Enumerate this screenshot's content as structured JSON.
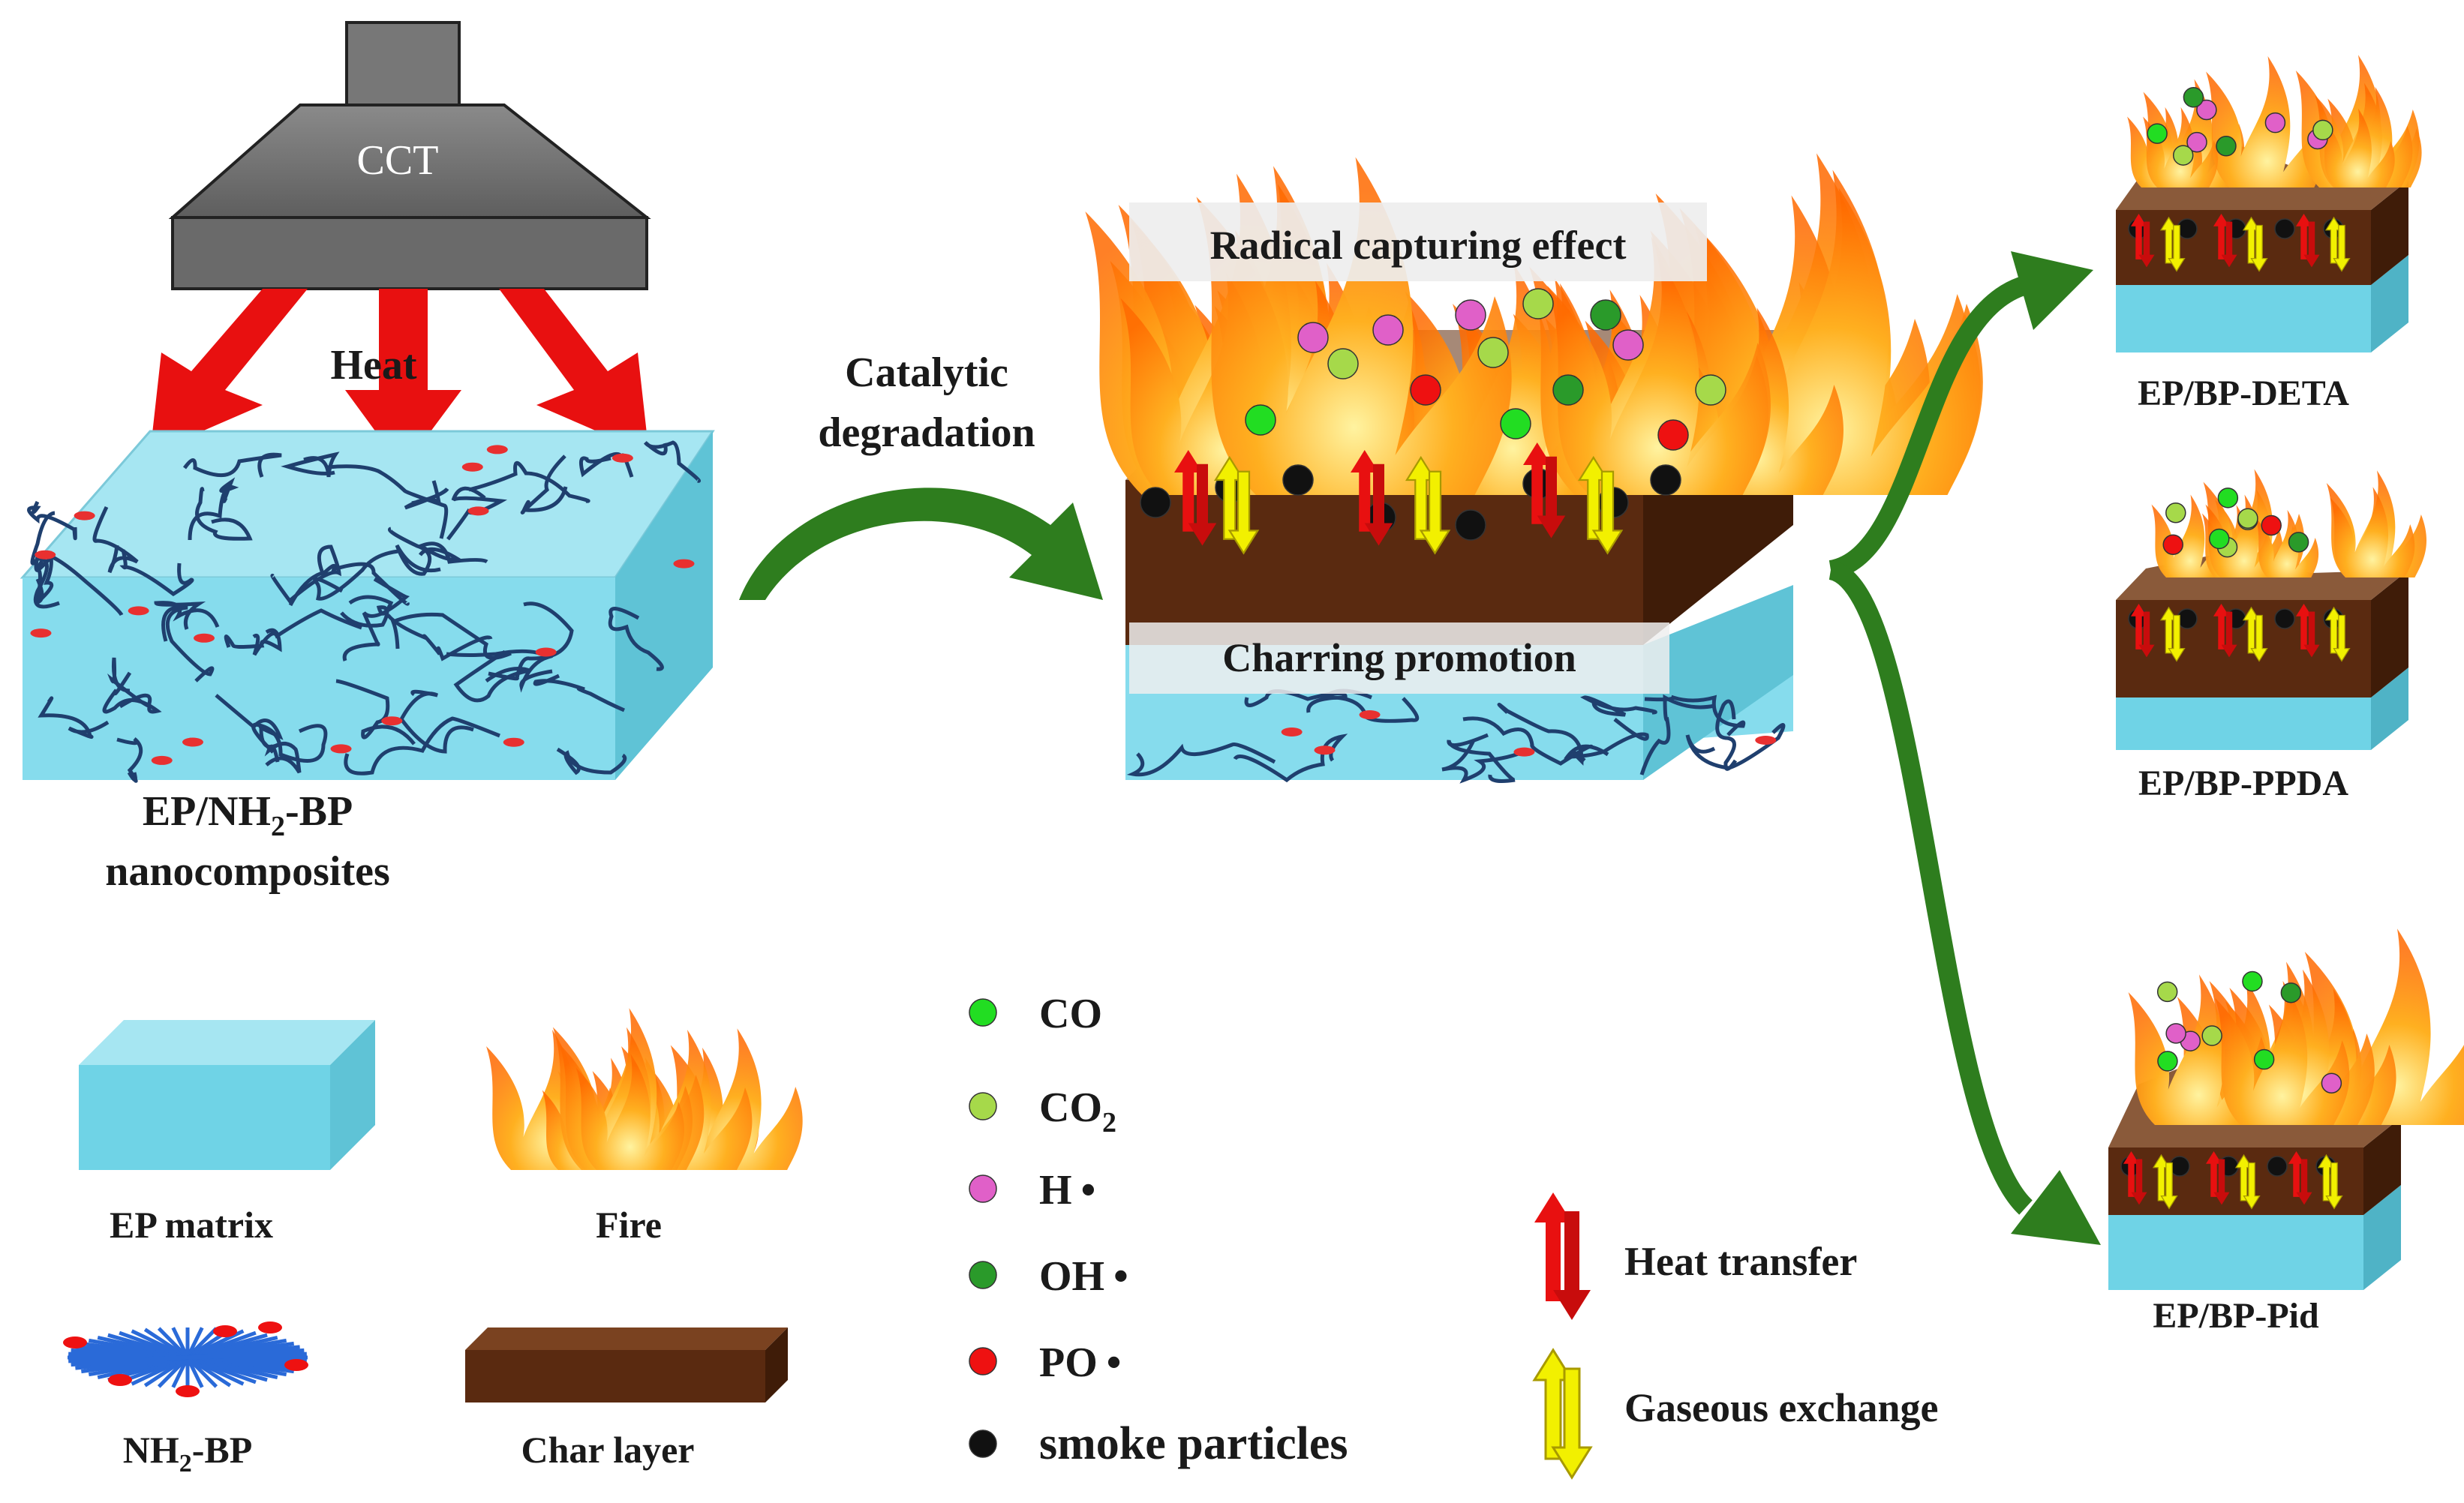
{
  "hood": {
    "label": "CCT"
  },
  "heat_label": "Heat",
  "composite_label": {
    "line1_pre": "EP/NH",
    "line1_sub": "2",
    "line1_post": "-BP",
    "line2": "nanocomposites"
  },
  "process_label": {
    "line1": "Catalytic",
    "line2": "degradation"
  },
  "center": {
    "top_label": "Radical capturing effect",
    "bottom_label": "Charring promotion"
  },
  "results": [
    {
      "label": "EP/BP-DETA"
    },
    {
      "label": "EP/BP-PPDA"
    },
    {
      "label": "EP/BP-Pid"
    }
  ],
  "legend_items": {
    "ep_matrix": "EP  matrix",
    "fire": "Fire",
    "nh2bp_pre": "NH",
    "nh2bp_sub": "2",
    "nh2bp_post": "-BP",
    "char_layer": "Char layer"
  },
  "species": [
    {
      "label": "CO",
      "sub": "",
      "suffix": "",
      "color": "#22dd22"
    },
    {
      "label": "CO",
      "sub": "2",
      "suffix": "",
      "color": "#a6d94a"
    },
    {
      "label": "H",
      "sub": "",
      "suffix": "•",
      "color": "#e060c8"
    },
    {
      "label": "OH",
      "sub": "",
      "suffix": "•",
      "color": "#2a9a2a"
    },
    {
      "label": "PO",
      "sub": "",
      "suffix": "•",
      "color": "#ee1111"
    },
    {
      "label": "smoke particles",
      "sub": "",
      "suffix": "",
      "color": "#111111"
    }
  ],
  "transfer_legend": {
    "heat": "Heat transfer",
    "gas": "Gaseous exchange"
  },
  "colors": {
    "matrix": "#6fd3e6",
    "char": "#5a2a10",
    "heat_arrow": "#e81010",
    "gas_arrow": "#f2f000",
    "process_arrow": "#2e7d1e"
  }
}
